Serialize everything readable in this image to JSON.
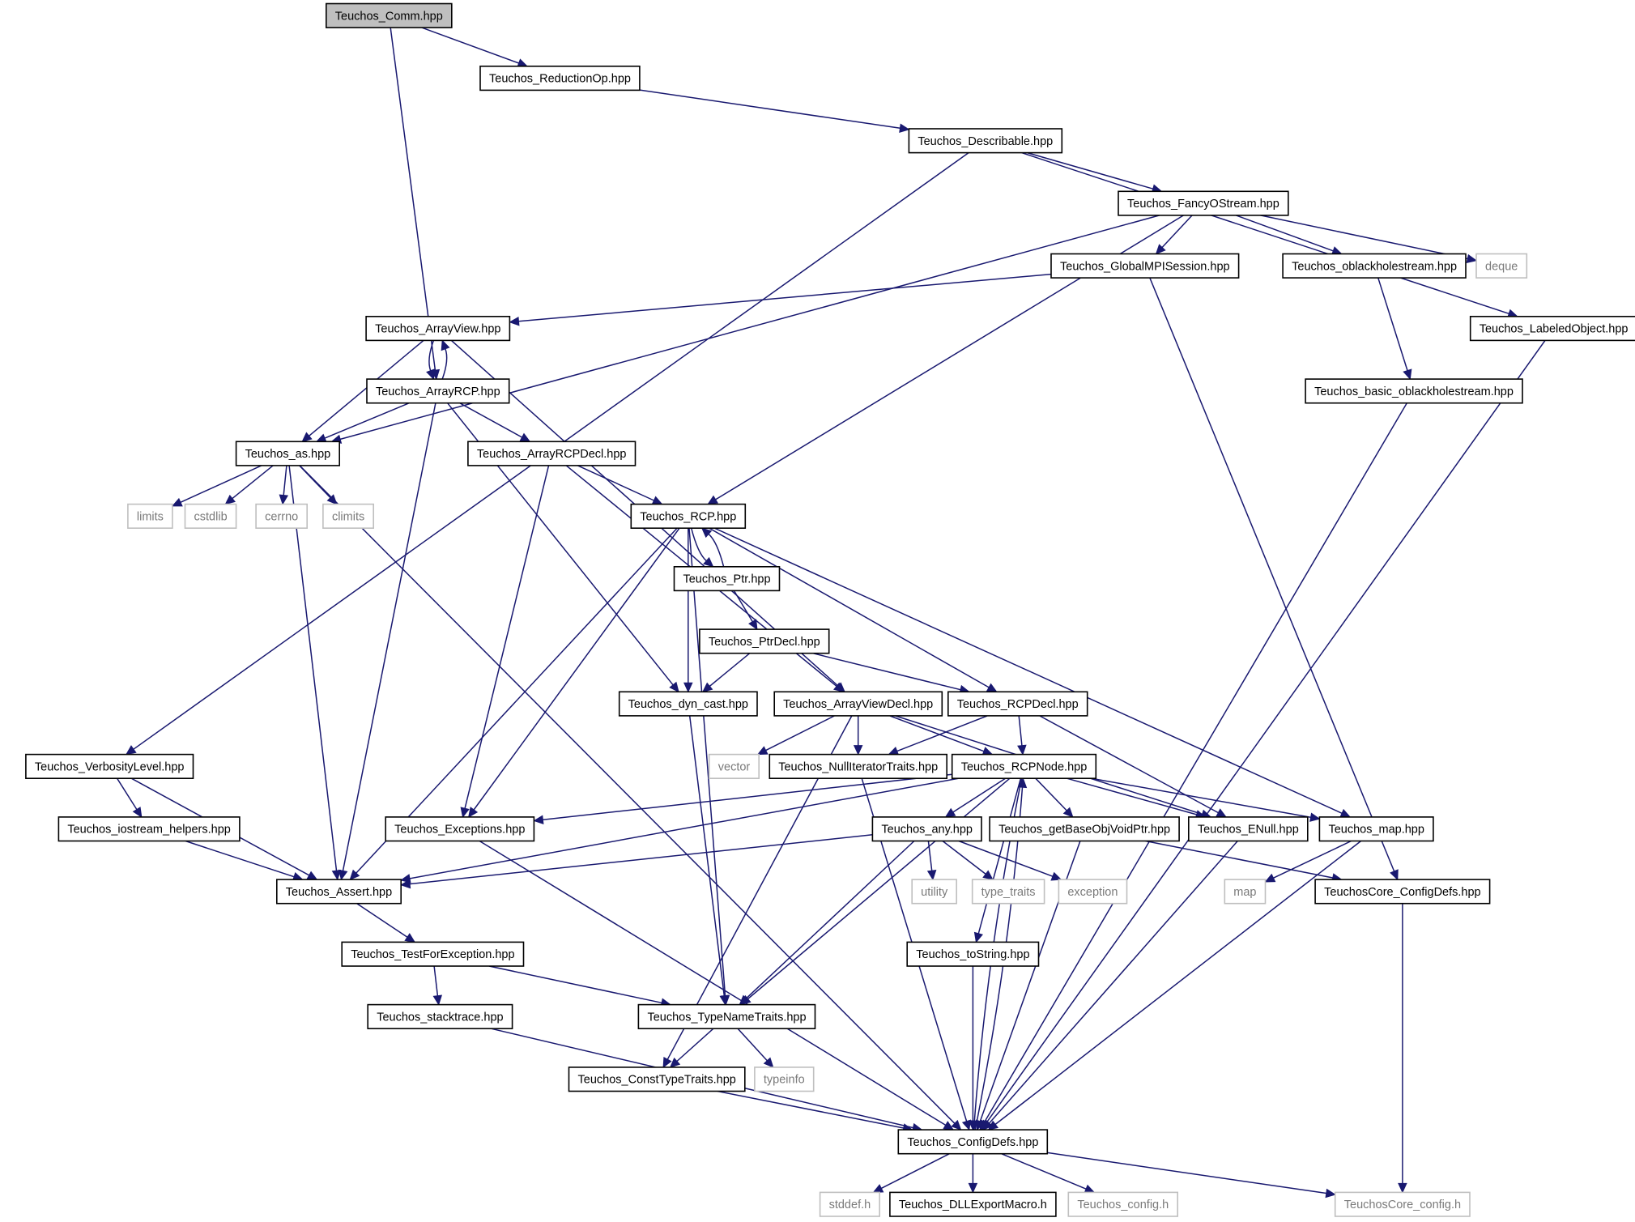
{
  "nodes": [
    {
      "id": "comm",
      "label": "Teuchos_Comm.hpp",
      "kind": "root"
    },
    {
      "id": "reductionop",
      "label": "Teuchos_ReductionOp.hpp",
      "kind": "file"
    },
    {
      "id": "describable",
      "label": "Teuchos_Describable.hpp",
      "kind": "file"
    },
    {
      "id": "fancyostream",
      "label": "Teuchos_FancyOStream.hpp",
      "kind": "file"
    },
    {
      "id": "globalmpisession",
      "label": "Teuchos_GlobalMPISession.hpp",
      "kind": "file"
    },
    {
      "id": "oblackholestream",
      "label": "Teuchos_oblackholestream.hpp",
      "kind": "file"
    },
    {
      "id": "deque",
      "label": "deque",
      "kind": "system"
    },
    {
      "id": "labeledobject",
      "label": "Teuchos_LabeledObject.hpp",
      "kind": "file"
    },
    {
      "id": "arrayview",
      "label": "Teuchos_ArrayView.hpp",
      "kind": "file"
    },
    {
      "id": "arrayrcp",
      "label": "Teuchos_ArrayRCP.hpp",
      "kind": "file"
    },
    {
      "id": "basicoblackhole",
      "label": "Teuchos_basic_oblackholestream.hpp",
      "kind": "file"
    },
    {
      "id": "as",
      "label": "Teuchos_as.hpp",
      "kind": "file"
    },
    {
      "id": "arrayrcpdecl",
      "label": "Teuchos_ArrayRCPDecl.hpp",
      "kind": "file"
    },
    {
      "id": "limits",
      "label": "limits",
      "kind": "system"
    },
    {
      "id": "cstdlib",
      "label": "cstdlib",
      "kind": "system"
    },
    {
      "id": "cerrno",
      "label": "cerrno",
      "kind": "system"
    },
    {
      "id": "climits",
      "label": "climits",
      "kind": "system"
    },
    {
      "id": "rcp",
      "label": "Teuchos_RCP.hpp",
      "kind": "file"
    },
    {
      "id": "ptr",
      "label": "Teuchos_Ptr.hpp",
      "kind": "file"
    },
    {
      "id": "ptrdecl",
      "label": "Teuchos_PtrDecl.hpp",
      "kind": "file"
    },
    {
      "id": "dyncast",
      "label": "Teuchos_dyn_cast.hpp",
      "kind": "file"
    },
    {
      "id": "arrayviewdecl",
      "label": "Teuchos_ArrayViewDecl.hpp",
      "kind": "file"
    },
    {
      "id": "rcpdecl",
      "label": "Teuchos_RCPDecl.hpp",
      "kind": "file"
    },
    {
      "id": "verbositylevel",
      "label": "Teuchos_VerbosityLevel.hpp",
      "kind": "file"
    },
    {
      "id": "vector",
      "label": "vector",
      "kind": "system"
    },
    {
      "id": "nulliteratortraits",
      "label": "Teuchos_NullIteratorTraits.hpp",
      "kind": "file"
    },
    {
      "id": "rcpnode",
      "label": "Teuchos_RCPNode.hpp",
      "kind": "file"
    },
    {
      "id": "iostreamhelpers",
      "label": "Teuchos_iostream_helpers.hpp",
      "kind": "file"
    },
    {
      "id": "exceptions",
      "label": "Teuchos_Exceptions.hpp",
      "kind": "file"
    },
    {
      "id": "any",
      "label": "Teuchos_any.hpp",
      "kind": "file"
    },
    {
      "id": "getbaseobjvoidptr",
      "label": "Teuchos_getBaseObjVoidPtr.hpp",
      "kind": "file"
    },
    {
      "id": "enull",
      "label": "Teuchos_ENull.hpp",
      "kind": "file"
    },
    {
      "id": "map",
      "label": "Teuchos_map.hpp",
      "kind": "file"
    },
    {
      "id": "assert",
      "label": "Teuchos_Assert.hpp",
      "kind": "file"
    },
    {
      "id": "utility",
      "label": "utility",
      "kind": "system"
    },
    {
      "id": "typetraits",
      "label": "type_traits",
      "kind": "system"
    },
    {
      "id": "exception",
      "label": "exception",
      "kind": "system"
    },
    {
      "id": "mapsys",
      "label": "map",
      "kind": "system"
    },
    {
      "id": "coreconfigdefs",
      "label": "TeuchosCore_ConfigDefs.hpp",
      "kind": "file"
    },
    {
      "id": "testforexception",
      "label": "Teuchos_TestForException.hpp",
      "kind": "file"
    },
    {
      "id": "tostring",
      "label": "Teuchos_toString.hpp",
      "kind": "file"
    },
    {
      "id": "stacktrace",
      "label": "Teuchos_stacktrace.hpp",
      "kind": "file"
    },
    {
      "id": "typenametraits",
      "label": "Teuchos_TypeNameTraits.hpp",
      "kind": "file"
    },
    {
      "id": "consttypetraits",
      "label": "Teuchos_ConstTypeTraits.hpp",
      "kind": "file"
    },
    {
      "id": "typeinfo",
      "label": "typeinfo",
      "kind": "system"
    },
    {
      "id": "configdefs",
      "label": "Teuchos_ConfigDefs.hpp",
      "kind": "file"
    },
    {
      "id": "stddef",
      "label": "stddef.h",
      "kind": "system"
    },
    {
      "id": "dllexport",
      "label": "Teuchos_DLLExportMacro.h",
      "kind": "file"
    },
    {
      "id": "config",
      "label": "Teuchos_config.h",
      "kind": "system"
    },
    {
      "id": "coreconfig",
      "label": "TeuchosCore_config.h",
      "kind": "system"
    }
  ],
  "edges": [
    [
      "comm",
      "reductionop"
    ],
    [
      "comm",
      "arrayrcp"
    ],
    [
      "reductionop",
      "describable"
    ],
    [
      "describable",
      "fancyostream"
    ],
    [
      "describable",
      "verbositylevel"
    ],
    [
      "describable",
      "labeledobject"
    ],
    [
      "fancyostream",
      "globalmpisession"
    ],
    [
      "fancyostream",
      "oblackholestream"
    ],
    [
      "fancyostream",
      "deque"
    ],
    [
      "fancyostream",
      "as"
    ],
    [
      "fancyostream",
      "rcp"
    ],
    [
      "globalmpisession",
      "arrayview"
    ],
    [
      "globalmpisession",
      "coreconfigdefs"
    ],
    [
      "oblackholestream",
      "basicoblackhole"
    ],
    [
      "basicoblackhole",
      "configdefs"
    ],
    [
      "labeledobject",
      "configdefs"
    ],
    [
      "arrayview",
      "arrayrcp"
    ],
    [
      "arrayview",
      "as"
    ],
    [
      "arrayview",
      "arrayviewdecl"
    ],
    [
      "arrayrcp",
      "arrayview"
    ],
    [
      "arrayrcp",
      "as"
    ],
    [
      "arrayrcp",
      "arrayrcpdecl"
    ],
    [
      "arrayrcp",
      "dyncast"
    ],
    [
      "arrayrcp",
      "assert"
    ],
    [
      "as",
      "limits"
    ],
    [
      "as",
      "cstdlib"
    ],
    [
      "as",
      "cerrno"
    ],
    [
      "as",
      "climits"
    ],
    [
      "as",
      "assert"
    ],
    [
      "as",
      "configdefs"
    ],
    [
      "arrayrcpdecl",
      "rcp"
    ],
    [
      "arrayrcpdecl",
      "arrayviewdecl"
    ],
    [
      "arrayrcpdecl",
      "exceptions"
    ],
    [
      "rcp",
      "ptr"
    ],
    [
      "rcp",
      "dyncast"
    ],
    [
      "rcp",
      "rcpdecl"
    ],
    [
      "rcp",
      "map"
    ],
    [
      "rcp",
      "exceptions"
    ],
    [
      "rcp",
      "assert"
    ],
    [
      "rcp",
      "typenametraits"
    ],
    [
      "ptr",
      "rcp"
    ],
    [
      "ptr",
      "ptrdecl"
    ],
    [
      "ptrdecl",
      "dyncast"
    ],
    [
      "ptrdecl",
      "rcpdecl"
    ],
    [
      "dyncast",
      "typenametraits"
    ],
    [
      "arrayviewdecl",
      "vector"
    ],
    [
      "arrayviewdecl",
      "nulliteratortraits"
    ],
    [
      "arrayviewdecl",
      "rcpnode"
    ],
    [
      "arrayviewdecl",
      "enull"
    ],
    [
      "arrayviewdecl",
      "consttypetraits"
    ],
    [
      "rcpdecl",
      "nulliteratortraits"
    ],
    [
      "rcpdecl",
      "rcpnode"
    ],
    [
      "rcpdecl",
      "enull"
    ],
    [
      "verbositylevel",
      "iostreamhelpers"
    ],
    [
      "verbositylevel",
      "assert"
    ],
    [
      "iostreamhelpers",
      "assert"
    ],
    [
      "nulliteratortraits",
      "configdefs"
    ],
    [
      "rcpnode",
      "exceptions"
    ],
    [
      "rcpnode",
      "any"
    ],
    [
      "rcpnode",
      "getbaseobjvoidptr"
    ],
    [
      "rcpnode",
      "enull"
    ],
    [
      "rcpnode",
      "map"
    ],
    [
      "rcpnode",
      "assert"
    ],
    [
      "rcpnode",
      "typenametraits"
    ],
    [
      "rcpnode",
      "tostring"
    ],
    [
      "rcpnode",
      "configdefs"
    ],
    [
      "exceptions",
      "configdefs"
    ],
    [
      "any",
      "assert"
    ],
    [
      "any",
      "utility"
    ],
    [
      "any",
      "typetraits"
    ],
    [
      "any",
      "exception"
    ],
    [
      "any",
      "typenametraits"
    ],
    [
      "getbaseobjvoidptr",
      "coreconfigdefs"
    ],
    [
      "getbaseobjvoidptr",
      "configdefs"
    ],
    [
      "enull",
      "configdefs"
    ],
    [
      "map",
      "mapsys"
    ],
    [
      "map",
      "configdefs"
    ],
    [
      "assert",
      "testforexception"
    ],
    [
      "coreconfigdefs",
      "coreconfig"
    ],
    [
      "testforexception",
      "stacktrace"
    ],
    [
      "testforexception",
      "typenametraits"
    ],
    [
      "tostring",
      "configdefs"
    ],
    [
      "stacktrace",
      "configdefs"
    ],
    [
      "typenametraits",
      "consttypetraits"
    ],
    [
      "typenametraits",
      "typeinfo"
    ],
    [
      "consttypetraits",
      "configdefs"
    ],
    [
      "configdefs",
      "stddef"
    ],
    [
      "configdefs",
      "dllexport"
    ],
    [
      "configdefs",
      "config"
    ],
    [
      "configdefs",
      "coreconfig"
    ],
    [
      "configdefs",
      "rcpnode"
    ]
  ]
}
